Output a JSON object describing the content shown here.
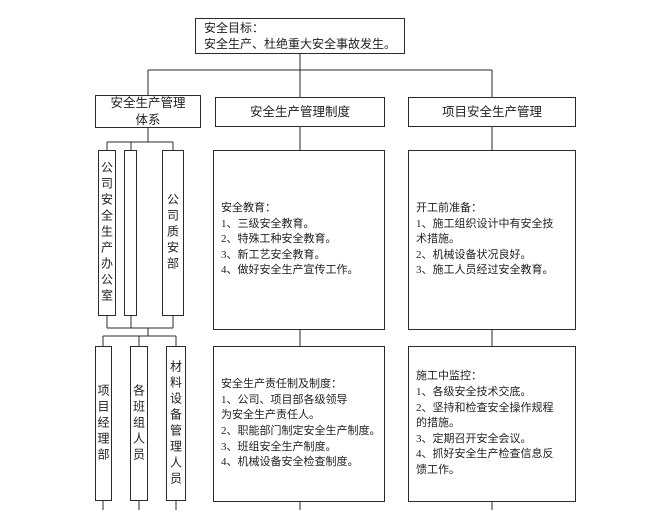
{
  "colors": {
    "background": "#ffffff",
    "line": "#2b2b2b",
    "box_background": "#ffffff",
    "text": "#1f1f1f"
  },
  "goal": {
    "text": "安全目标：\n安全生产、杜绝重大安全事故发生。"
  },
  "columns": {
    "system": {
      "header": "安全生产管理\n体系",
      "level1": [
        {
          "label": "公司安全生产办公室"
        },
        {
          "label": ""
        },
        {
          "label": "公司质安部"
        }
      ],
      "level2": [
        {
          "label": "项目经理部"
        },
        {
          "label": "各班组人员"
        },
        {
          "label": "材料设备管理人员"
        }
      ]
    },
    "rules": {
      "header": "安全生产管理制度",
      "education": "安全教育：\n1、三级安全教育。\n2、特殊工种安全教育。\n3、新工艺安全教育。\n4、做好安全生产宣传工作。",
      "responsibility": "安全生产责任制及制度：\n1、公司、项目部各级领导\n为安全生产责任人。\n2、职能部门制定安全生产制度。\n3、班组安全生产制度。\n4、机械设备安全检查制度。"
    },
    "project": {
      "header": "项目安全生产管理",
      "preparation": "开工前准备：\n1、施工组织设计中有安全技\n术措施。\n2、机械设备状况良好。\n3、施工人员经过安全教育。",
      "monitoring": "施工中监控：\n1、各级安全技术交底。\n2、坚持和检查安全操作规程\n的措施。\n3、定期召开安全会议。\n4、抓好安全生产检查信息反\n馈工作。"
    }
  }
}
